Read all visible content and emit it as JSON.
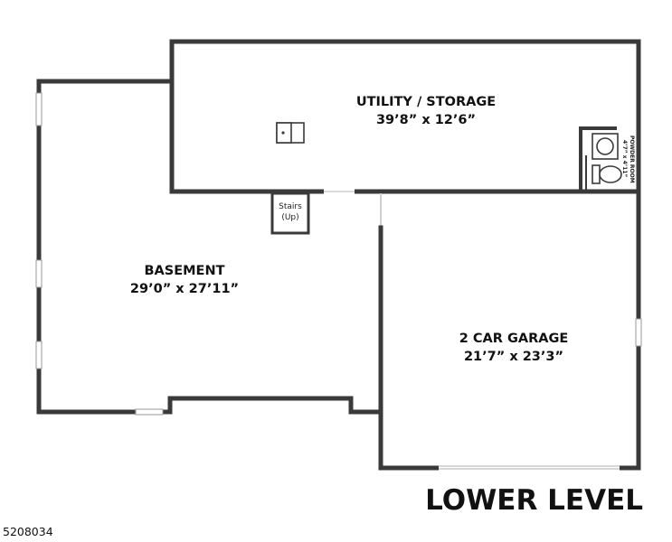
{
  "rooms": {
    "utility": {
      "name": "UTILITY / STORAGE",
      "dims": "39’8” x 12’6”"
    },
    "basement": {
      "name": "BASEMENT",
      "dims": "29’0” x 27’11”"
    },
    "garage": {
      "name": "2 CAR GARAGE",
      "dims": "21’7” x 23’3”"
    },
    "powder": {
      "name": "POWDER ROOM",
      "dims": "4’7” x 4’11”"
    }
  },
  "stairs": {
    "line1": "Stairs",
    "line2": "(Up)"
  },
  "level_label": "LOWER LEVEL",
  "listing_id": "5208034"
}
